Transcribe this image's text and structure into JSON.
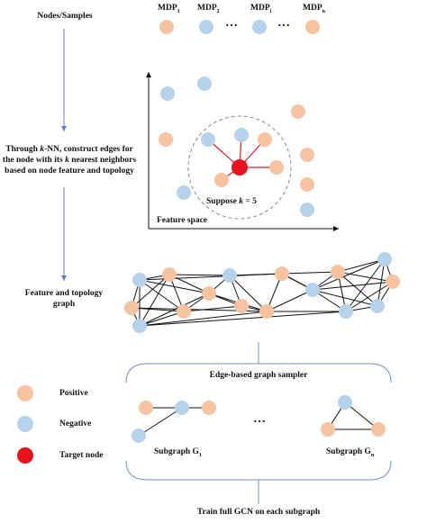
{
  "left_labels": {
    "nodes_samples": "Nodes/Samples",
    "knn_line1_prefix": "Through ",
    "knn_k": "k",
    "knn_line1_suffix": "-NN, construct edges for",
    "knn_line2_prefix": "the node with  its ",
    "knn_k2": "k",
    "knn_line2_suffix": " nearest neighbors",
    "knn_line3": "based on node feature and topology",
    "feature_topology_line1": "Feature and topology",
    "feature_topology_line2": "graph"
  },
  "mdp_labels": {
    "mdp1": "MDP",
    "mdp1_sub": "1",
    "mdp2": "MDP",
    "mdp2_sub": "2",
    "mdpi": "MDP",
    "mdpi_sub": "i",
    "mdpn": "MDP",
    "mdpn_sub": "n",
    "ellipsis1": "…",
    "ellipsis2": "…"
  },
  "feature_space": {
    "axis_label": "Feature space",
    "suppose_prefix": "Suppose ",
    "suppose_k": "k",
    "suppose_suffix": " = 5"
  },
  "sampler": {
    "title": "Edge-based graph sampler",
    "subgraph1": "Subgraph G",
    "subgraph1_sub": "1",
    "subgraphn": "Subgraph G",
    "subgraphn_sub": "n",
    "ellipsis": "…",
    "bottom": "Train full GCN on each subgraph"
  },
  "legend": {
    "positive": "Positive",
    "negative": "Negative",
    "target": "Target node"
  },
  "colors": {
    "positive": "#f5c3a0",
    "negative": "#b6d1ea",
    "target": "#e8141d",
    "arrow": "#5b7fc4",
    "bracket": "#6f8fc6",
    "red_edge": "#e8141d"
  }
}
